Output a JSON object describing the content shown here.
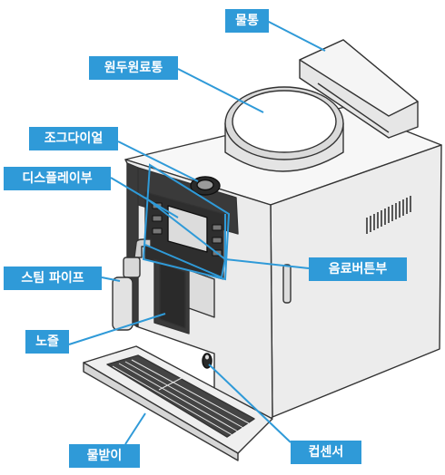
{
  "labels": {
    "water_tank": "물통",
    "bean_hopper": "원두원료통",
    "jog_dial": "조그다이얼",
    "display": "디스플레이부",
    "steam_pipe": "스팀 파이프",
    "nozzle": "노즐",
    "drip_tray": "물받이",
    "beverage_buttons": "음료버튼부",
    "cup_sensor": "컵센서"
  },
  "colors": {
    "label_background": "#2f9ad8",
    "label_text": "#ffffff",
    "leader_line": "#2f9ad8",
    "machine_outline": "#333333",
    "machine_face": "#f2f2f2"
  }
}
